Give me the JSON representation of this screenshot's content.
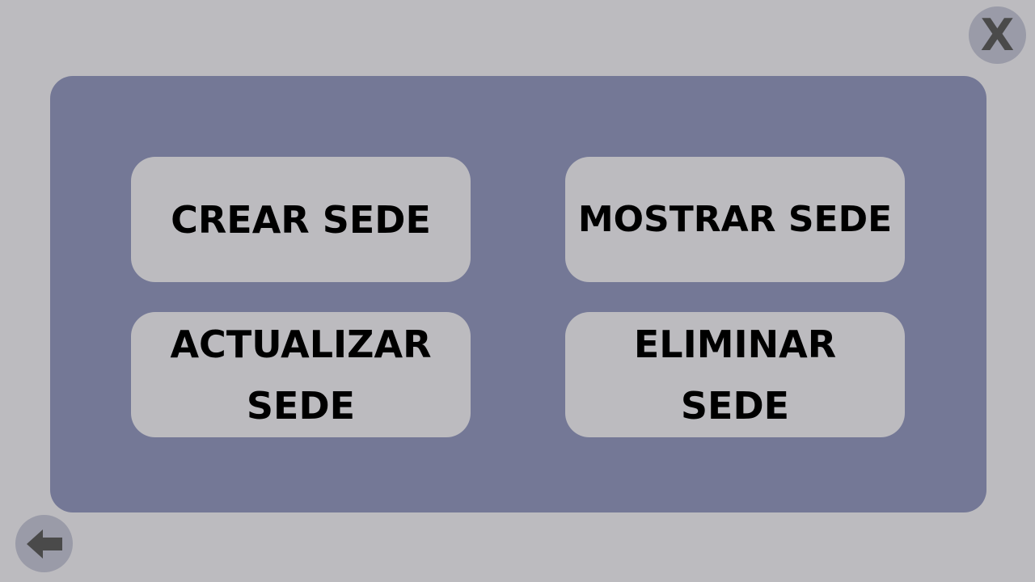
{
  "header": {
    "close_label": "X"
  },
  "menu": {
    "crear_label": "CREAR SEDE",
    "mostrar_label": "MOSTRAR SEDE",
    "actualizar_label": "ACTUALIZAR\nSEDE",
    "eliminar_label": "ELIMINAR\nSEDE"
  },
  "footer": {
    "back_icon": "arrow-left-icon"
  },
  "colors": {
    "background": "#bcbbbf",
    "panel": "#747896",
    "button": "#bcbbbf",
    "circle_button": "#9a9ba8",
    "icon": "#4a4a4a"
  }
}
